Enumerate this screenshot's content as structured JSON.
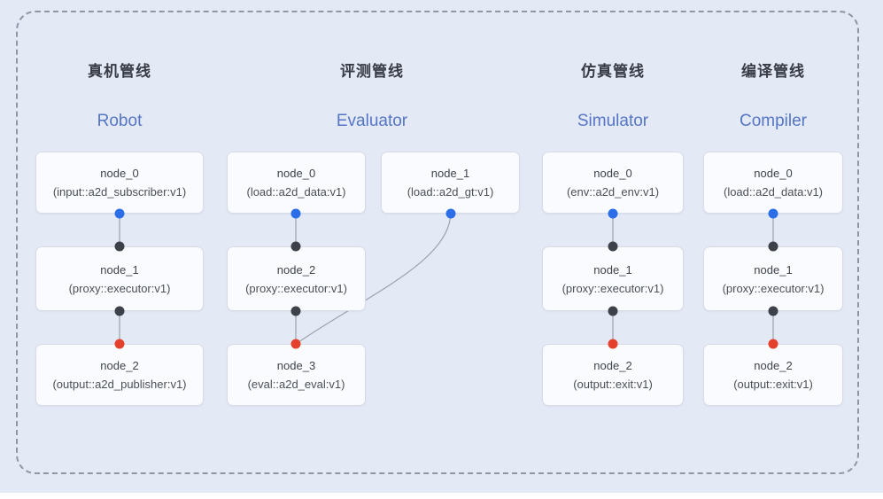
{
  "figure": {
    "description_names": [
      "pipeline-diagram"
    ],
    "colors": {
      "background": "#e4e9f6",
      "frame_border": "#8f96a6",
      "node_background": "#fafbfe",
      "node_border": "#d8dce6",
      "edge": "#9ba1ad",
      "port_input": "#2c6de8",
      "port_mid": "#3d424a",
      "port_output": "#e5402c",
      "title_zh": "#363b45",
      "title_en": "#5575c5"
    }
  },
  "pipelines": [
    {
      "id": "robot",
      "title_zh": "真机管线",
      "title_en": "Robot",
      "nodes": [
        {
          "name": "node_0",
          "type": "(input::a2d_subscriber:v1)"
        },
        {
          "name": "node_1",
          "type": "(proxy::executor:v1)"
        },
        {
          "name": "node_2",
          "type": "(output::a2d_publisher:v1)"
        }
      ]
    },
    {
      "id": "evaluator",
      "title_zh": "评测管线",
      "title_en": "Evaluator",
      "nodes": [
        {
          "name": "node_0",
          "type": "(load::a2d_data:v1)"
        },
        {
          "name": "node_1",
          "type": "(load::a2d_gt:v1)"
        },
        {
          "name": "node_2",
          "type": "(proxy::executor:v1)"
        },
        {
          "name": "node_3",
          "type": "(eval::a2d_eval:v1)"
        }
      ]
    },
    {
      "id": "simulator",
      "title_zh": "仿真管线",
      "title_en": "Simulator",
      "nodes": [
        {
          "name": "node_0",
          "type": "(env::a2d_env:v1)"
        },
        {
          "name": "node_1",
          "type": "(proxy::executor:v1)"
        },
        {
          "name": "node_2",
          "type": "(output::exit:v1)"
        }
      ]
    },
    {
      "id": "compiler",
      "title_zh": "编译管线",
      "title_en": "Compiler",
      "nodes": [
        {
          "name": "node_0",
          "type": "(load::a2d_data:v1)"
        },
        {
          "name": "node_1",
          "type": "(proxy::executor:v1)"
        },
        {
          "name": "node_2",
          "type": "(output::exit:v1)"
        }
      ]
    }
  ]
}
